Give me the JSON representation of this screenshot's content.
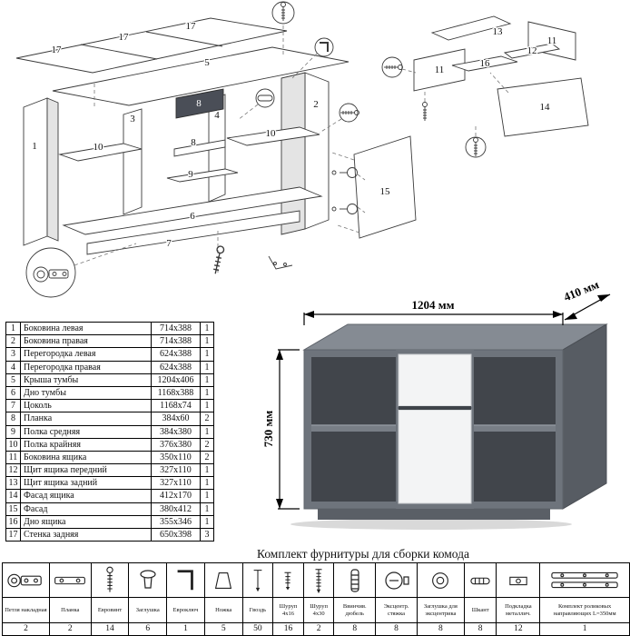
{
  "diagram": {
    "labels": {
      "l17a": "17",
      "l17b": "17",
      "l17c": "17",
      "l5": "5",
      "l1": "1",
      "l2": "2",
      "l3": "3",
      "l4": "4",
      "l6": "6",
      "l7": "7",
      "l8a": "8",
      "l8b": "8",
      "l9": "9",
      "l10a": "10",
      "l10b": "10",
      "l15": "15",
      "l11a": "11",
      "l11b": "11",
      "l12": "12",
      "l13": "13",
      "l14": "14",
      "l16": "16"
    }
  },
  "parts_table": {
    "rows": [
      {
        "num": "1",
        "name": "Боковина левая",
        "size": "714x388",
        "qty": "1"
      },
      {
        "num": "2",
        "name": "Боковина правая",
        "size": "714x388",
        "qty": "1"
      },
      {
        "num": "3",
        "name": "Перегородка левая",
        "size": "624x388",
        "qty": "1"
      },
      {
        "num": "4",
        "name": "Перегородка правая",
        "size": "624x388",
        "qty": "1"
      },
      {
        "num": "5",
        "name": "Крыша тумбы",
        "size": "1204x406",
        "qty": "1"
      },
      {
        "num": "6",
        "name": "Дно тумбы",
        "size": "1168x388",
        "qty": "1"
      },
      {
        "num": "7",
        "name": "Цоколь",
        "size": "1168x74",
        "qty": "1"
      },
      {
        "num": "8",
        "name": "Планка",
        "size": "384x60",
        "qty": "2"
      },
      {
        "num": "9",
        "name": "Полка средняя",
        "size": "384x380",
        "qty": "1"
      },
      {
        "num": "10",
        "name": "Полка крайняя",
        "size": "376x380",
        "qty": "2"
      },
      {
        "num": "11",
        "name": "Боковина ящика",
        "size": "350x110",
        "qty": "2"
      },
      {
        "num": "12",
        "name": "Щит ящика передний",
        "size": "327x110",
        "qty": "1"
      },
      {
        "num": "13",
        "name": "Щит ящика задний",
        "size": "327x110",
        "qty": "1"
      },
      {
        "num": "14",
        "name": "Фасад ящика",
        "size": "412x170",
        "qty": "1"
      },
      {
        "num": "15",
        "name": "Фасад",
        "size": "380x412",
        "qty": "1"
      },
      {
        "num": "16",
        "name": "Дно ящика",
        "size": "355x346",
        "qty": "1"
      },
      {
        "num": "17",
        "name": "Стенка задняя",
        "size": "650x398",
        "qty": "3"
      }
    ]
  },
  "render": {
    "width_label": "1204 мм",
    "depth_label": "410 мм",
    "height_label": "730 мм"
  },
  "hardware": {
    "title": "Комплект фурнитуры для сборки комода",
    "items": [
      {
        "label": "Петля накладная",
        "qty": "2",
        "icon": "hinge-icon"
      },
      {
        "label": "Планка",
        "qty": "2",
        "icon": "plate-icon"
      },
      {
        "label": "Евровинт",
        "qty": "14",
        "icon": "euroscrew-icon"
      },
      {
        "label": "Заглушка",
        "qty": "6",
        "icon": "plug-icon"
      },
      {
        "label": "Евроключ",
        "qty": "1",
        "icon": "hexkey-icon"
      },
      {
        "label": "Ножка",
        "qty": "5",
        "icon": "foot-icon"
      },
      {
        "label": "Гвоздь",
        "qty": "50",
        "icon": "nail-icon"
      },
      {
        "label": "Шуруп 4x16",
        "qty": "16",
        "icon": "screw-icon"
      },
      {
        "label": "Шуруп 4x30",
        "qty": "2",
        "icon": "screw-icon"
      },
      {
        "label": "Ввинчив. дюбель",
        "qty": "8",
        "icon": "threaded-dowel-icon"
      },
      {
        "label": "Эксцентр. стяжка",
        "qty": "8",
        "icon": "cam-lock-icon"
      },
      {
        "label": "Заглушка для эксцентрика",
        "qty": "8",
        "icon": "cam-cap-icon"
      },
      {
        "label": "Шкант",
        "qty": "8",
        "icon": "wooden-dowel-icon"
      },
      {
        "label": "Подкладка металлич.",
        "qty": "12",
        "icon": "metal-washer-icon"
      },
      {
        "label": "Комплект роликовых направляющих L=350мм",
        "qty": "1",
        "icon": "drawer-runners-icon"
      }
    ]
  }
}
